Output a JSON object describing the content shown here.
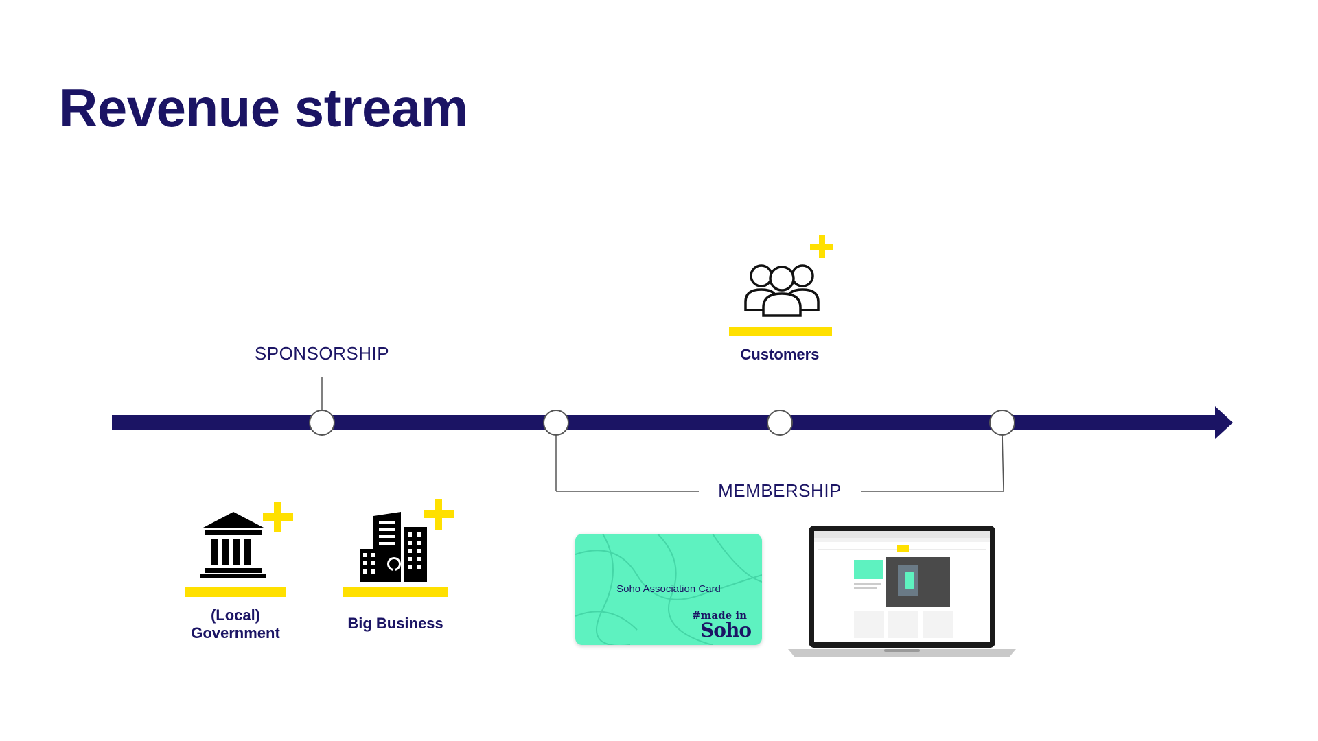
{
  "slide": {
    "title": "Revenue stream"
  },
  "timeline": {
    "sponsorship_label": "SPONSORSHIP",
    "membership_label": "MEMBERSHIP"
  },
  "customers": {
    "label": "Customers",
    "icon": "people-group-icon"
  },
  "sponsors": [
    {
      "label_line1": "(Local)",
      "label_line2": "Government",
      "icon": "government-building-icon"
    },
    {
      "label": "Big Business",
      "icon": "city-buildings-icon"
    }
  ],
  "membership_items": {
    "card_text": "Soho Association Card",
    "card_brand_small": "#made in",
    "card_brand_large": "Soho"
  },
  "colors": {
    "navy": "#1b1464",
    "yellow": "#ffe000",
    "mint": "#5ef2c0"
  }
}
